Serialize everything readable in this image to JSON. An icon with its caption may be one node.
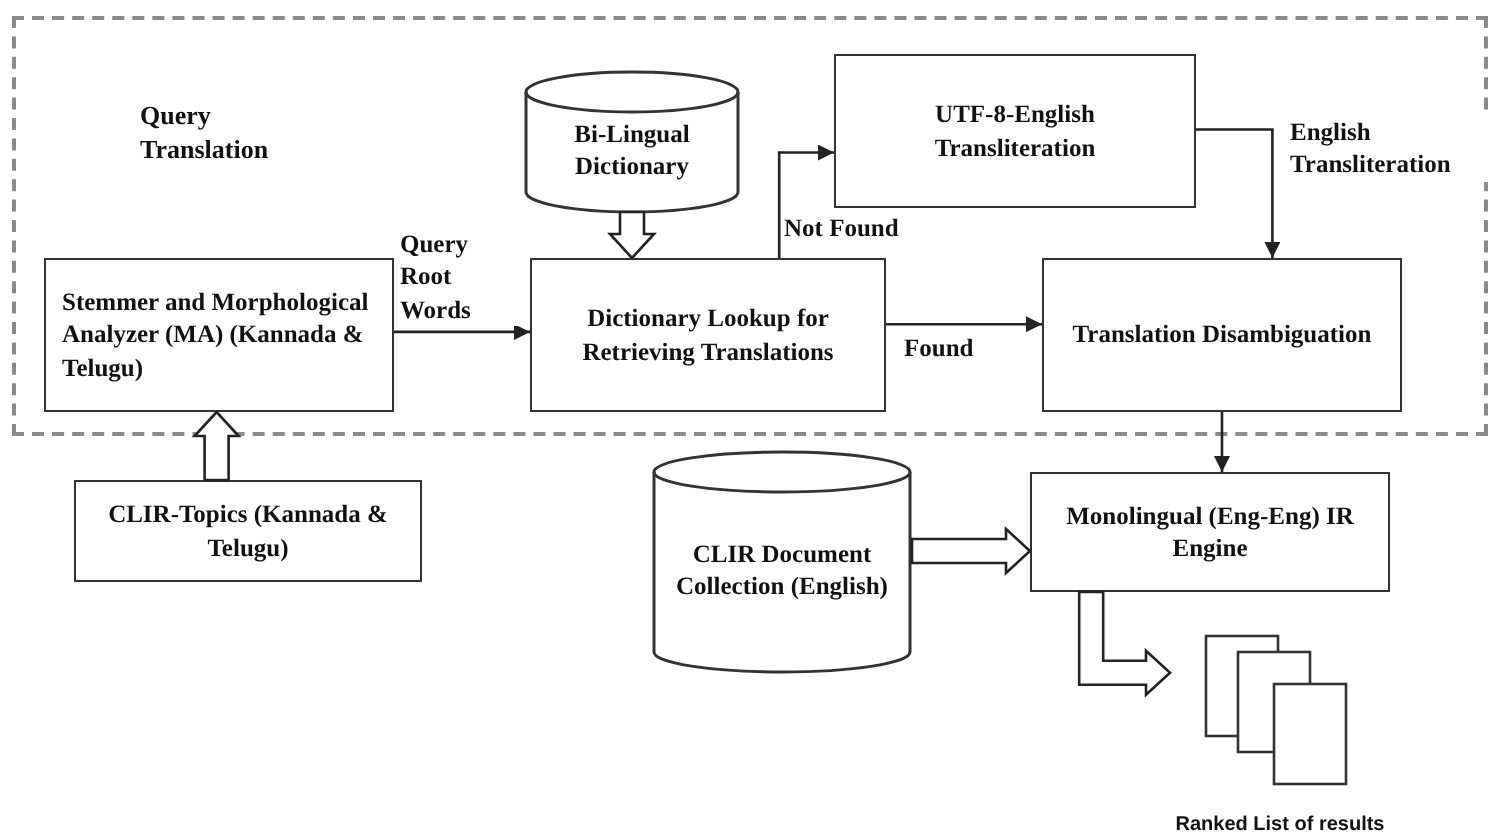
{
  "diagram": {
    "nodes": [
      {
        "text": [
          "Query Translation"
        ]
      },
      {
        "text": [
          "Bi-Lingual Dictionary"
        ],
        "in": 0
      },
      {
        "text": [
          "UTF-8-English Transliteration"
        ],
        "in": 0
      },
      {
        "text": [
          "Stemmer and Morphological Analyzer (MA) (Kannada & Telugu)"
        ],
        "in": 0
      },
      {
        "text": [
          "Dictionary Lookup for Retrieving Translations"
        ],
        "in": 0
      },
      {
        "text": [
          "Translation Disambiguation"
        ],
        "in": 0
      },
      {
        "text": [
          "CLIR-Topics (Kannada & Telugu)"
        ]
      },
      {
        "text": [
          "CLIR Document Collection (English)"
        ]
      },
      {
        "text": [
          "Monolingual (Eng-Eng) IR Engine"
        ]
      },
      {
        "text": [
          "Ranked List of results"
        ]
      }
    ],
    "edges": [
      {
        "from": 1,
        "to": 4,
        "arrow": "to",
        "style": "thick"
      },
      {
        "from": 3,
        "to": 4,
        "arrow": "to",
        "label": "Query Root Words"
      },
      {
        "from": 4,
        "to": 2,
        "arrow": "to",
        "label": "Not Found"
      },
      {
        "from": 4,
        "to": 5,
        "arrow": "to",
        "label": "Found"
      },
      {
        "from": 2,
        "to": 5,
        "arrow": "to",
        "label": "English Transliteration"
      },
      {
        "from": 6,
        "to": 3,
        "arrow": "to",
        "style": "thick"
      },
      {
        "from": 5,
        "to": 8,
        "arrow": "to"
      },
      {
        "from": 7,
        "to": 8,
        "arrow": "to",
        "style": "thick"
      },
      {
        "from": 8,
        "to": 9,
        "arrow": "to",
        "style": "thick"
      }
    ]
  }
}
